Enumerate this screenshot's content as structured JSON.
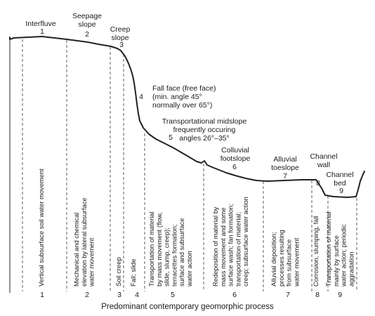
{
  "units": [
    {
      "id": "unit-interfluve",
      "name": [
        "Interfluve"
      ],
      "num": "1",
      "process": [
        "Vertical subsurface soil water movement"
      ],
      "process_num": "1"
    },
    {
      "id": "unit-seepage-slope",
      "name": [
        "Seepage",
        "slope"
      ],
      "num": "2",
      "process": [
        "Mechanical and chemical",
        "elevation by lateral subsurface",
        "water movement"
      ],
      "process_num": "2"
    },
    {
      "id": "unit-creep-slope",
      "name": [
        "Creep",
        "slope"
      ],
      "num": "3",
      "process": [
        "Soil creep"
      ],
      "process_num": "3"
    },
    {
      "id": "unit-fall-face",
      "name": [
        "Fall face (free face)",
        "(min. angle 45°",
        "normally over 65°)"
      ],
      "num": "4",
      "process": [
        "Fall; slide"
      ],
      "process_num": "4"
    },
    {
      "id": "unit-transportational-midslope",
      "name": [
        "Transportational midslope",
        "frequently occuring",
        "angles 26°–35°"
      ],
      "num": "5",
      "process": [
        "Transportation of material",
        "by mass movement (flow,",
        "slide, slump, creep);",
        "terracettes formation;",
        "surface and subsurface",
        "water action"
      ],
      "process_num": "5"
    },
    {
      "id": "unit-colluvial-footslope",
      "name": [
        "Colluvial",
        "footslope"
      ],
      "num": "6",
      "process": [
        "Redeposition of material by",
        "mass movement and some",
        "surface wash; fan formation;",
        "transportation of material;",
        "creep; subsurface water action"
      ],
      "process_num": "6"
    },
    {
      "id": "unit-alluvial-toeslope",
      "name": [
        "Alluvial",
        "toeslope"
      ],
      "num": "7",
      "process": [
        "Alluvial deposition;",
        "processes resulting",
        "from subsurface",
        "water movement"
      ],
      "process_num": "7"
    },
    {
      "id": "unit-channel-wall",
      "name": [
        "Channel",
        "wall"
      ],
      "num": "8",
      "process": [
        "Corrosion, slumping, fall"
      ],
      "process_num": "8"
    },
    {
      "id": "unit-channel-bed",
      "name": [
        "Channel",
        "bed"
      ],
      "num": "9",
      "process": [
        "Transportation of material",
        "mainly by surface",
        "water action; periodic",
        "aggradation"
      ],
      "process_num": "9"
    }
  ],
  "footer": "Predominant contemporary geomorphic process"
}
